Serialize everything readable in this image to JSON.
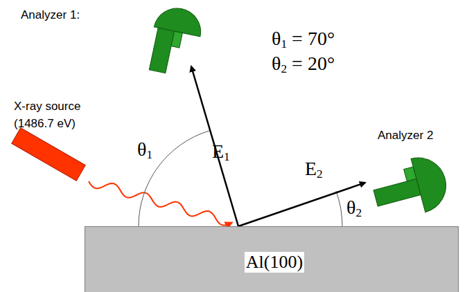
{
  "diagram": {
    "nodes": [
      {
        "text": [
          "Al(100)"
        ]
      }
    ],
    "labels": [
      "Analyzer 1:",
      "X-ray source (1486.7 eV)",
      "θ1 = 70°",
      "θ2 = 20°",
      "Analyzer 2",
      "θ1",
      "E1",
      "E2",
      "θ2"
    ]
  }
}
